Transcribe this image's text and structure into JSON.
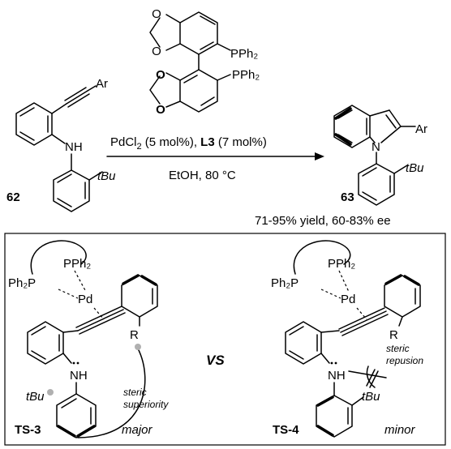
{
  "reaction": {
    "reactant_label": "62",
    "product_label": "63",
    "reactant_ar": "Ar",
    "reactant_nh": "NH",
    "reactant_tbu": "tBu",
    "product_ar": "Ar",
    "product_n": "N",
    "product_tbu": "tBu",
    "ligand_pph2_top": "PPh₂",
    "ligand_pph2_bottom": "PPh₂",
    "conditions_line1_pre": "PdCl",
    "conditions_line1_sub": "2",
    "conditions_line1_mid": " (5 mol%), ",
    "conditions_line1_ligand": "L3",
    "conditions_line1_post": " (7 mol%)",
    "conditions_line2": "EtOH, 80 °C",
    "result": "71-95% yield, 60-83% ee"
  },
  "transition_states": {
    "ts3": {
      "label": "TS-3",
      "outcome": "major",
      "pph2": "PPh₂",
      "ph2p": "Ph₂P",
      "pd": "Pd",
      "r": "R",
      "nh": "NH",
      "tbu": "tBu",
      "note_line1": "steric",
      "note_line2": "superiority"
    },
    "vs": "VS",
    "ts4": {
      "label": "TS-4",
      "outcome": "minor",
      "pph2": "PPh₂",
      "ph2p": "Ph₂P",
      "pd": "Pd",
      "r": "R",
      "nh": "NH",
      "tbu": "tBu",
      "note_line1": "steric",
      "note_line2": "repusion"
    }
  },
  "colors": {
    "line": "#000000",
    "contact_dot": "#b0b0b0",
    "background": "#ffffff"
  }
}
